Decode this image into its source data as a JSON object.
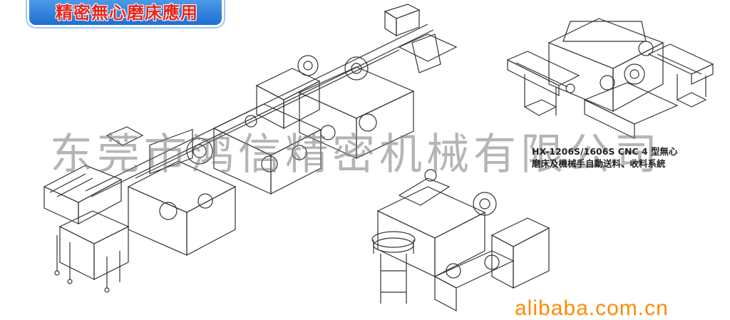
{
  "banner": {
    "title": "精密無心磨床應用"
  },
  "watermark": {
    "text": "东莞市鸿信精密机械有限公司"
  },
  "caption": {
    "line1": "HX-1206S/1606S CNC 4 型無心",
    "line2": "磨床及機械手自動送料、收料系統"
  },
  "footer": {
    "site": "alibaba.com.cn"
  },
  "colors": {
    "banner_bg": "#1e6fd0",
    "banner_text": "#e8241c",
    "watermark": "#787878",
    "site": "#ff8a00"
  }
}
